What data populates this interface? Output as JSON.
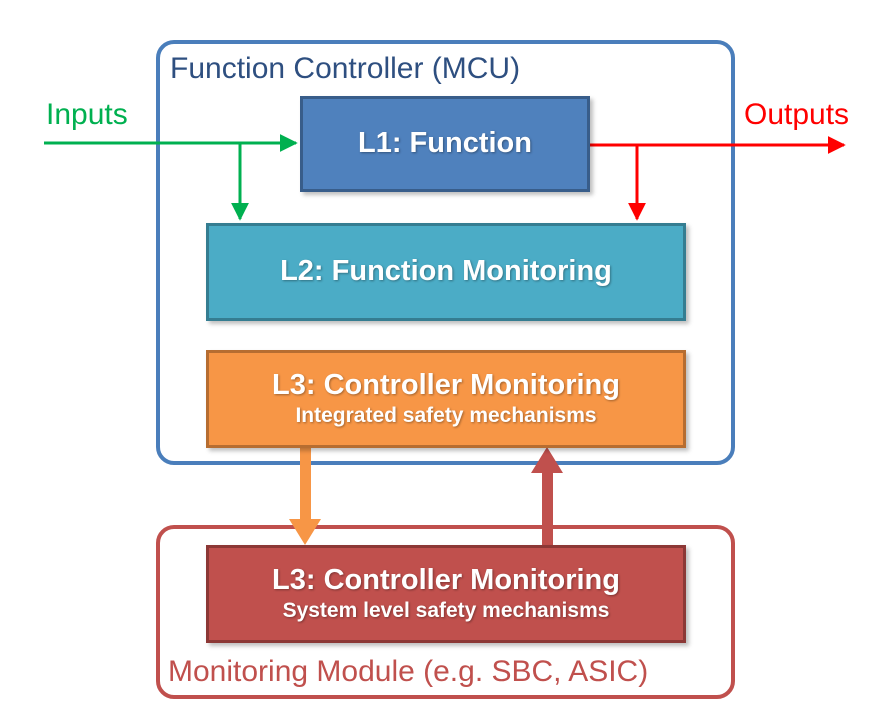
{
  "containers": {
    "mcu": {
      "label": "Function Controller (MCU)",
      "color": "#4a7ebb"
    },
    "module": {
      "label": "Monitoring Module (e.g. SBC, ASIC)",
      "color": "#c0504d"
    }
  },
  "io": {
    "inputs": {
      "label": "Inputs",
      "color": "#00b050"
    },
    "outputs": {
      "label": "Outputs",
      "color": "#ff0000"
    }
  },
  "blocks": {
    "l1": {
      "title": "L1: Function",
      "fill": "#4f81bd",
      "border": "#385d8a"
    },
    "l2": {
      "title": "L2: Function Monitoring",
      "fill": "#4bacc6",
      "border": "#357d91"
    },
    "l3_controller": {
      "title": "L3: Controller Monitoring",
      "subtitle": "Integrated safety mechanisms",
      "fill": "#f79646",
      "border": "#b66d31"
    },
    "l3_system": {
      "title": "L3: Controller Monitoring",
      "subtitle": "System level safety mechanisms",
      "fill": "#c0504d",
      "border": "#8c3836"
    }
  },
  "arrows": {
    "l3_down_color": "#f79646",
    "l3_up_color": "#c0504d"
  }
}
